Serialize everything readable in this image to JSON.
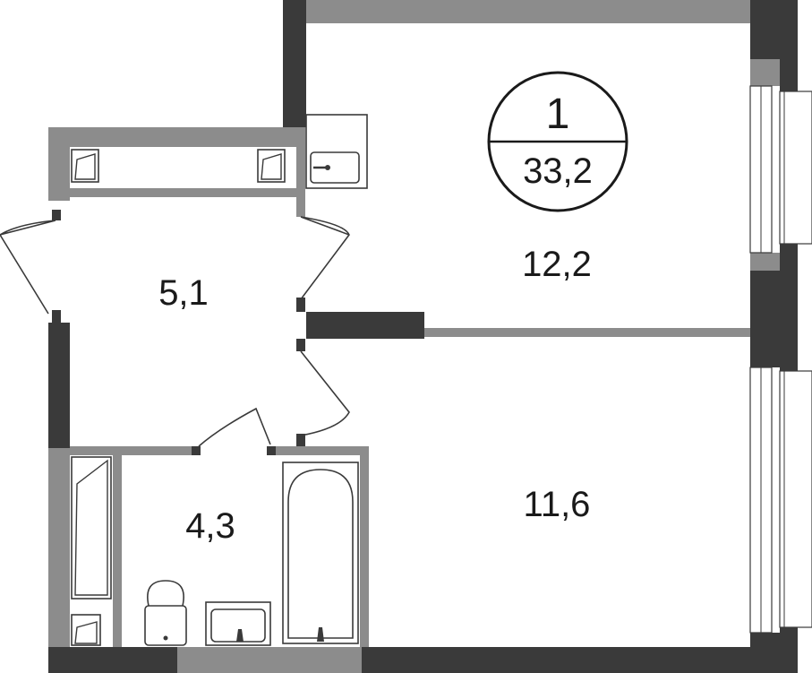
{
  "badge": {
    "rooms": "1",
    "total_area": "33,2"
  },
  "rooms": [
    {
      "id": "room-hall",
      "area": "5,1"
    },
    {
      "id": "room-bedroom",
      "area": "12,2"
    },
    {
      "id": "room-living",
      "area": "11,6"
    },
    {
      "id": "room-bathroom",
      "area": "4,3"
    }
  ],
  "colors": {
    "wall_dark": "#3a3a3a",
    "wall_light": "#8c8c8c",
    "line": "#3a3a3a",
    "background": "#ffffff"
  }
}
